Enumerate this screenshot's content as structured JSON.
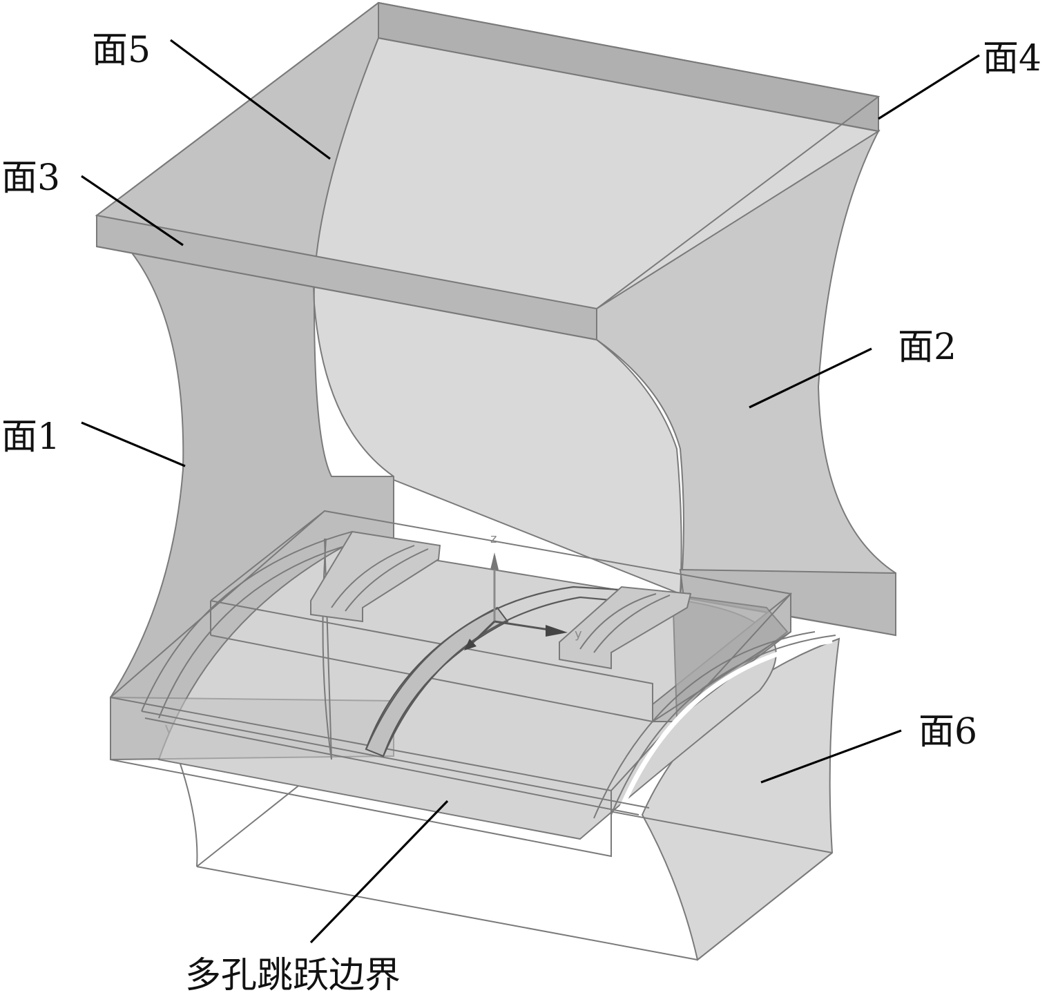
{
  "labels": {
    "face5": "面5",
    "face4": "面4",
    "face3": "面3",
    "face2": "面2",
    "face1": "面1",
    "face6": "面6",
    "boundary": "多孔跳跃边界"
  },
  "axes": {
    "z": "z",
    "y": "y"
  },
  "colors": {
    "face_fill": "#c6c6c6",
    "face_fill_light": "#dcdcdc",
    "face_fill_dark": "#b4b4b4",
    "edge": "#7a7a7a",
    "leader": "#000000"
  }
}
